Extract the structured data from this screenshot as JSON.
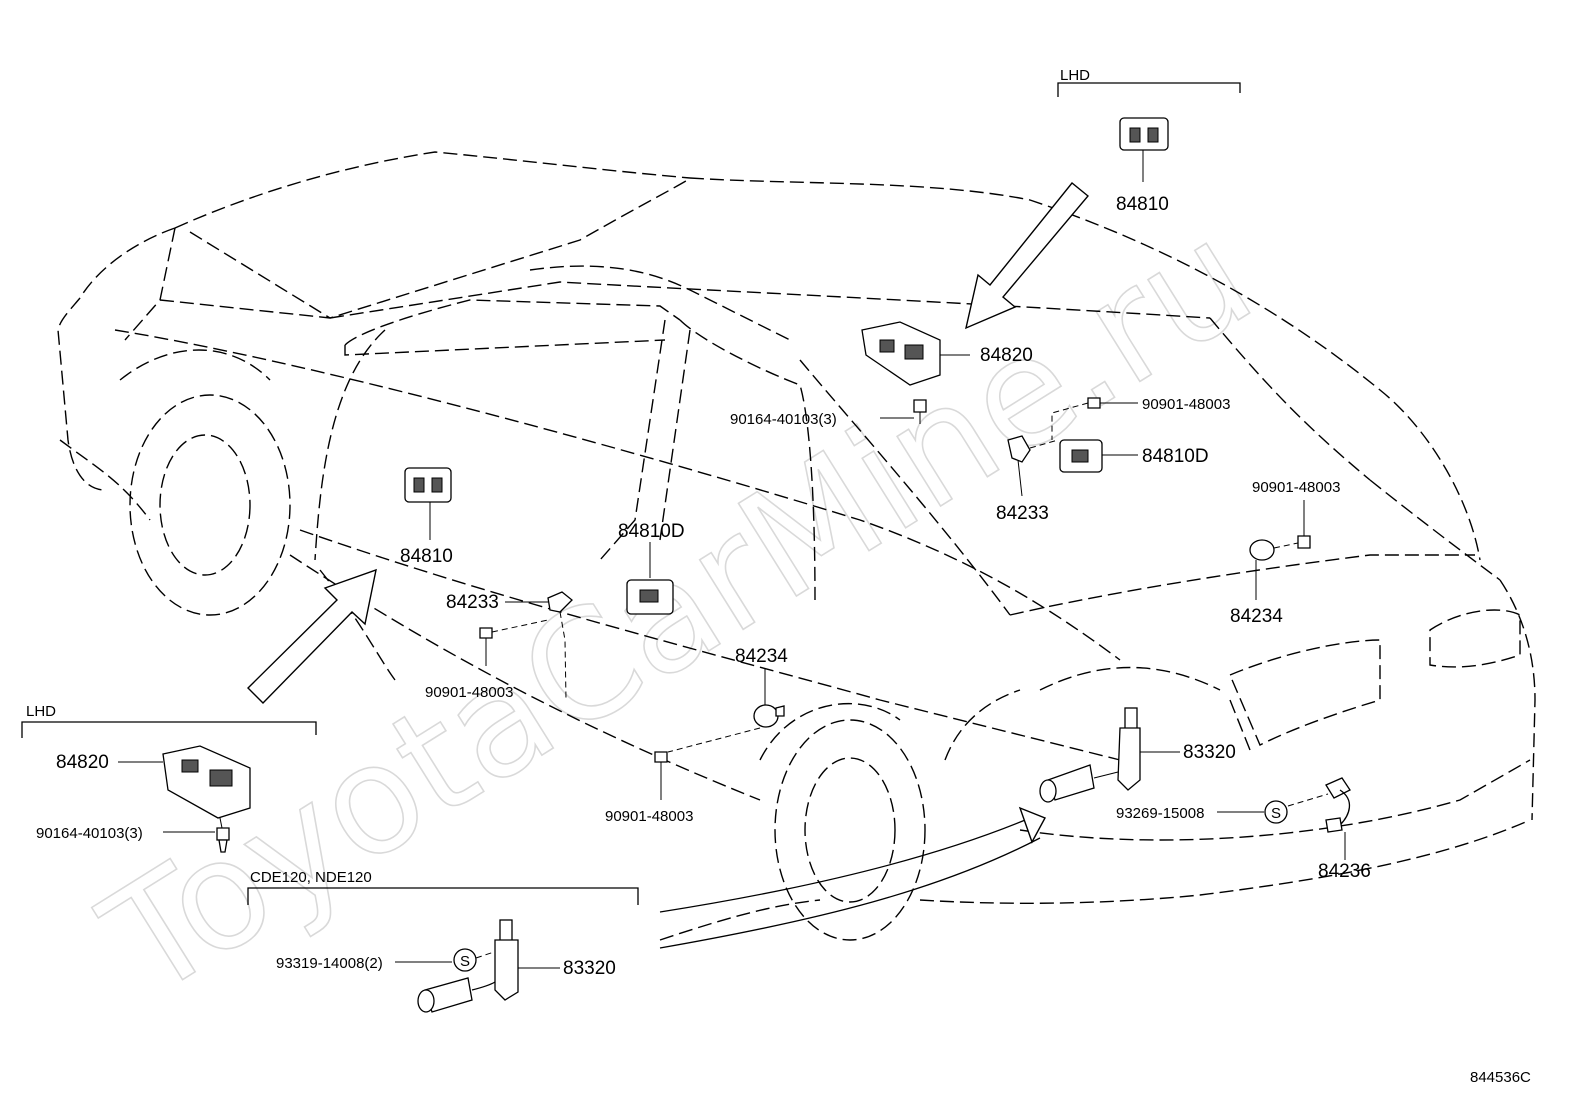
{
  "diagram": {
    "watermark": "ToyotaCarMine.ru",
    "figure_code": "844536C",
    "section_labels": {
      "lhd_top": "LHD",
      "lhd_left": "LHD",
      "model_box": "CDE120, NDE120"
    },
    "labels": {
      "p84810_top": "84810",
      "p84820_top": "84820",
      "p90164_top": "90164-40103(3)",
      "p90901_top": "90901-48003",
      "p84810d_right": "84810D",
      "p84233_right": "84233",
      "p90901_right": "90901-48003",
      "p84234_right": "84234",
      "p84810_mid": "84810",
      "p84810d_mid": "84810D",
      "p84233_mid": "84233",
      "p90901_mid": "90901-48003",
      "p84234_mid": "84234",
      "p90901_low": "90901-48003",
      "p83320_rear": "83320",
      "p93269": "93269-15008",
      "p84236": "84236",
      "p84820_left": "84820",
      "p90164_left": "90164-40103(3)",
      "p93319": "93319-14008(2)",
      "p83320_box": "83320",
      "s_mark_1": "S",
      "s_mark_2": "S"
    }
  }
}
